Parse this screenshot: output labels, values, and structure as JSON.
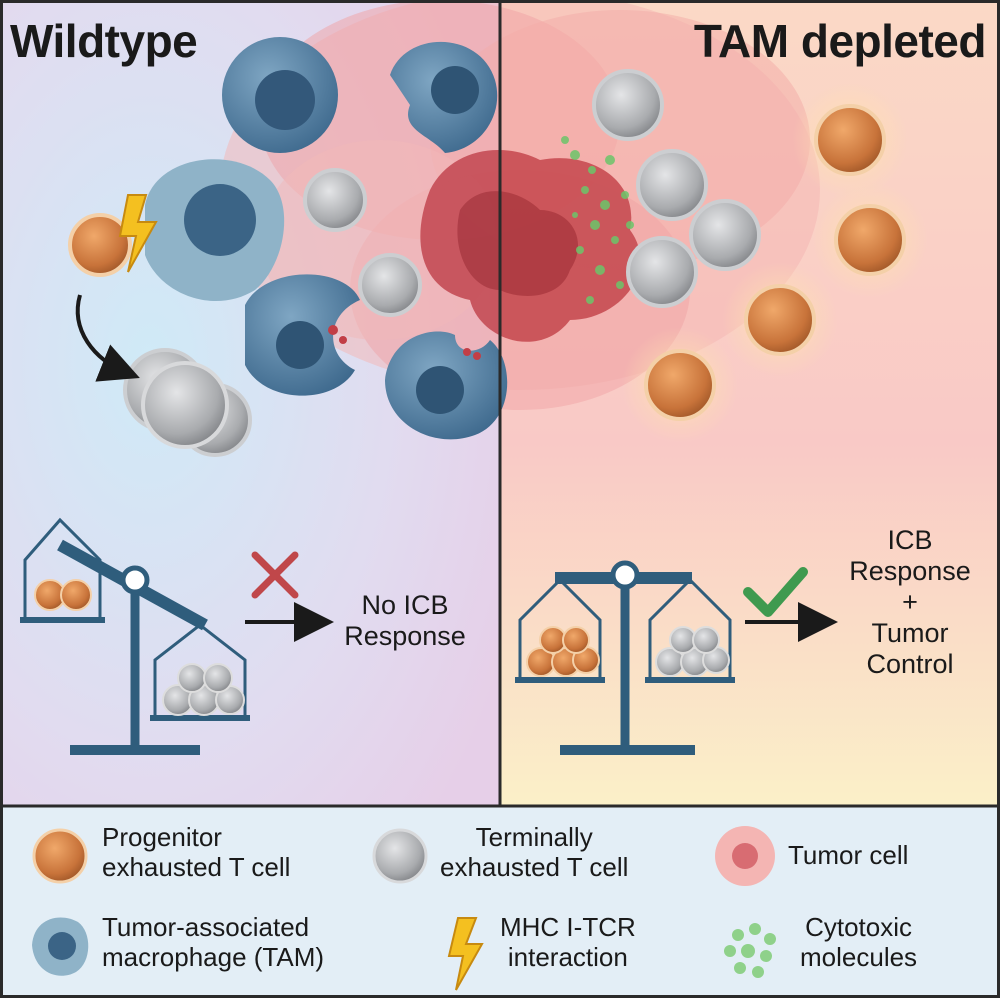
{
  "panels": {
    "left_title": "Wildtype",
    "right_title": "TAM depleted"
  },
  "left_outcome": [
    "No ICB",
    "Response"
  ],
  "right_outcome": [
    "ICB",
    "Response",
    "+",
    "Tumor",
    "Control"
  ],
  "legend": {
    "progenitor": [
      "Progenitor",
      "exhausted T cell"
    ],
    "terminal": [
      "Terminally",
      "exhausted T cell"
    ],
    "tumor": [
      "Tumor cell"
    ],
    "tam": [
      "Tumor-associated",
      "macrophage (TAM)"
    ],
    "mhc": [
      "MHC I-TCR",
      "interaction"
    ],
    "cytotoxic": [
      "Cytotoxic",
      "molecules"
    ]
  },
  "colors": {
    "progenitor": "#c8733a",
    "terminal": "#a9abae",
    "tam": "#4d7aa0",
    "tumor": "#f2a1a1",
    "tumor_core": "#b8323c",
    "lightning": "#f4c020",
    "cytotoxic": "#6cc56a",
    "scale": "#2f5d7c",
    "cross": "#c0474a",
    "check": "#3f9a4f"
  }
}
